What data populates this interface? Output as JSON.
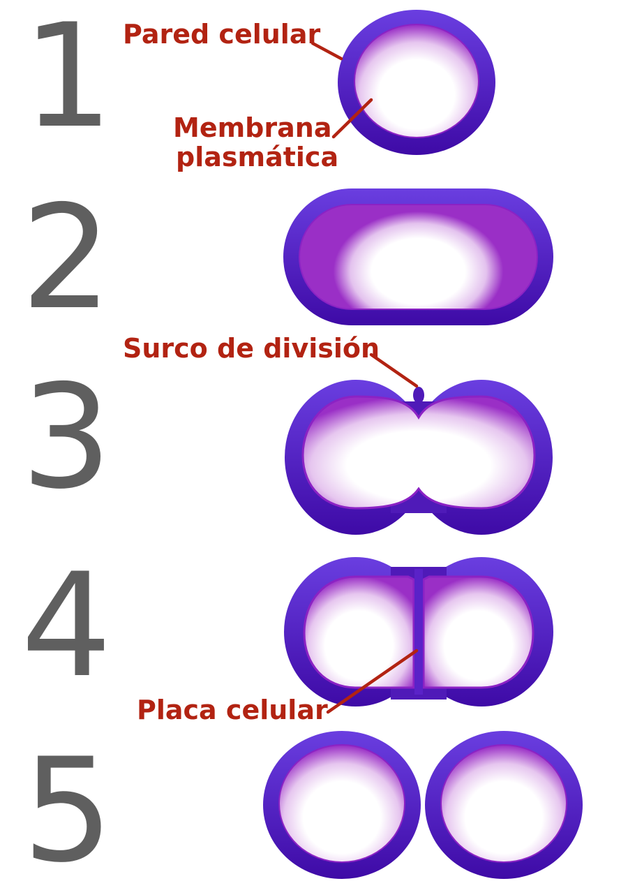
{
  "steps": [
    {
      "number": "1"
    },
    {
      "number": "2"
    },
    {
      "number": "3"
    },
    {
      "number": "4"
    },
    {
      "number": "5"
    }
  ],
  "labels": {
    "pared_celular": "Pared celular",
    "membrana_line1": "Membrana",
    "membrana_line2": "plasmática",
    "surco": "Surco de división",
    "placa": "Placa celular"
  },
  "colors": {
    "cell_wall": "#4a12b8",
    "cell_wall_highlight": "#6d3fe0",
    "membrane": "#8b22c4",
    "cytoplasm_center": "#ffffff",
    "label_text": "#b22312",
    "step_number": "#5f5f5f"
  }
}
